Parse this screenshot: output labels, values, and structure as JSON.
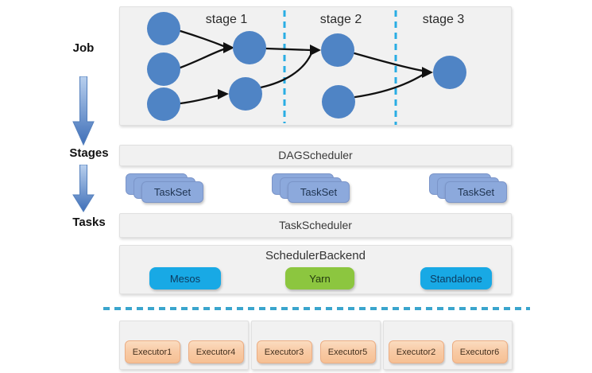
{
  "left_rail": {
    "job": "Job",
    "stages": "Stages",
    "tasks": "Tasks"
  },
  "dag": {
    "stage_labels": [
      "stage 1",
      "stage 2",
      "stage 3"
    ]
  },
  "layers": {
    "dag_scheduler": "DAGScheduler",
    "task_scheduler": "TaskScheduler",
    "scheduler_backend": "SchedulerBackend"
  },
  "tasksets": [
    "TaskSet",
    "TaskSet",
    "TaskSet"
  ],
  "backends": [
    {
      "label": "Mesos",
      "color": "#18a9e5"
    },
    {
      "label": "Yarn",
      "color": "#8cc63f"
    },
    {
      "label": "Standalone",
      "color": "#18a9e5"
    }
  ],
  "executor_groups": [
    [
      "Executor1",
      "Executor4"
    ],
    [
      "Executor3",
      "Executor5"
    ],
    [
      "Executor2",
      "Executor6"
    ]
  ],
  "colors": {
    "node_blue": "#4f84c5",
    "taskset_blue": "#8ca9dc",
    "executor_peach": "#f8cba6",
    "panel_gray": "#f1f1f1",
    "stage_divider_dash": "#29ade4",
    "cluster_boundary_dash": "#3aa5cd",
    "rail_arrow_top": "#b9d0ee",
    "rail_arrow_bottom": "#3f6fb8"
  }
}
